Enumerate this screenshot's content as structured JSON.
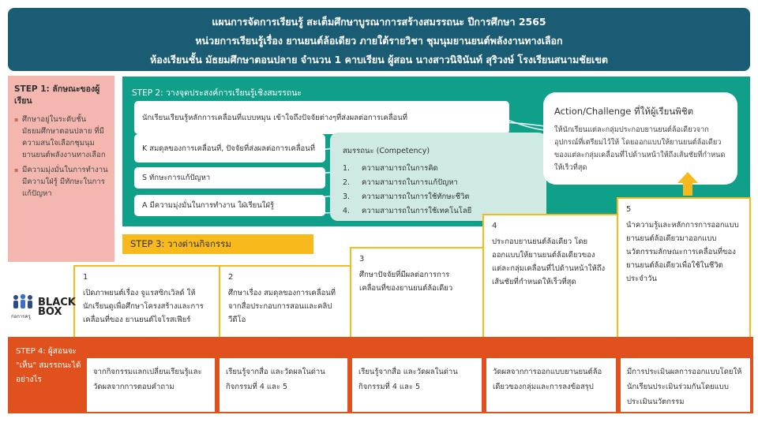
{
  "header": {
    "line1": "แผนการจัดการเรียนรู้ สะเต็มศึกษาบูรณาการสร้างสมรรถนะ ปีการศึกษา 2565",
    "line2": "หน่วยการเรียนรู้เรื่อง ยานยนต์ล้อเดียว ภายใต้รายวิชา ชุมนุมยานยนต์พลังงานทางเลือก",
    "line3": "ห้องเรียนชั้น มัธยมศึกษาตอนปลาย จำนวน 1 คาบเรียน ผู้สอน นางสาวนิจินันท์ สุริวงษ์ โรงเรียนสนามชัยเขต"
  },
  "step1": {
    "title": "STEP 1: ลักษณะของผู้เรียน",
    "items": [
      "ศึกษาอยู่ในระดับชั้นมัธยมศึกษาตอนปลาย ที่มีความสนใจเลือกชุมนุมยานยนต์พลังงานทางเลือก",
      "มีความมุ่งมั่นในการทำงาน มีความใฝ่รู้ มีทักษะในการแก้ปัญหา"
    ]
  },
  "step2": {
    "title": "STEP 2: วางจุดประสงค์การเรียนรู้เชิงสมรรถนะ",
    "main_objective": "นักเรียนเรียนรู้หลักการเคลื่อนที่แบบหมุน เข้าใจถึงปัจจัยต่างๆที่ส่งผลต่อการเคลื่อนที่",
    "k": "K สมดุลของการเคลื่อนที่, ปัจจัยที่ส่งผลต่อการเคลื่อนที่",
    "s": "S ทักษะการแก้ปัญหา",
    "a": "A มีความมุ่งมั่นในการทำงาน ใฝ่เรียนใฝ่รู้",
    "competency": {
      "title": "สมรรถนะ (Competency)",
      "items": [
        {
          "num": "1.",
          "text": "ความสามารถในการคิด"
        },
        {
          "num": "2.",
          "text": "ความสามารถในการแก้ปัญหา"
        },
        {
          "num": "3.",
          "text": "ความสามารถในการใช้ทักษะชีวิต"
        },
        {
          "num": "4.",
          "text": "ความสามารถในการใช้เทคโนโลยี"
        }
      ]
    },
    "action": {
      "title": "Action/Challenge ที่ให้ผู้เรียนพิชิต",
      "desc": "ให้นักเรียนแต่ละกลุ่มประกอบยานยนต์ล้อเดียวจากอุปกรณ์ที่เตรียมไว้ให้ โดยออกแบบให้ยานยนต์ล้อเดียวของแต่ละกลุ่มเคลื่อนที่ไปด้านหน้าให้ถึงเส้นชัยที่กำหนดให้เร็วที่สุด"
    }
  },
  "step3": {
    "title": "STEP 3: วางด่านกิจกรรม",
    "activities": [
      {
        "num": "1",
        "text": "เปิดภาพยนต์เรื่อง จูแรสซิกเวิลด์ ให้นักเรียนดูเพื่อศึกษาโครงสร้างและการเคลื่อนที่ของ ยานยนต์ไจโรสเฟียร์"
      },
      {
        "num": "2",
        "text": "ศึกษาเรื่อง สมดุลของการเคลื่อนที่ จากสื่อประกอบการสอนและคลิปวีดีโอ"
      },
      {
        "num": "3",
        "text": "ศึกษาปัจจัยที่มีผลต่อการการเคลื่อนที่ของยานยนต์ล้อเดียว"
      },
      {
        "num": "4",
        "text": "ประกอบยานยนต์ล้อเดียว โดยออกแบบให้ยานยนต์ล้อเดียวของแต่ละกลุ่มเคลื่อนที่ไปด้านหน้าให้ถึงเส้นชัยที่กำหนดให้เร็วที่สุด"
      },
      {
        "num": "5",
        "text": "นำความรู้และหลักการการออกแบบยานยนต์ล้อเดียวมาออกแบบนวัตกรรมลักษณะการเคลื่อนที่ของยานยนต์ล้อเดียวเพื่อใช้ในชีวิตประจำวัน"
      }
    ]
  },
  "step4": {
    "title": "STEP 4: ผู้สอนจะ \"เห็น\" สมรรถนะได้อย่างไร",
    "outcomes": [
      "จากกิจกรรมแลกเปลี่ยนเรียนรู้และวัดผลจากการตอบคำถาม",
      "เรียนรู้จากสื่อ และวัดผลในด่านกิจกรรมที่ 4 และ 5",
      "เรียนรู้จากสื่อ และวัดผลในด่านกิจกรรมที่ 4 และ 5",
      "วัดผลจากการออกแบบยานยนต์ล้อเดียวของกลุ่มและการลงข้อสรุป",
      "มีการประเมินผลการออกแบบโดยให้นักเรียนประเมินร่วมกันโดยแบบประเมินนวัตกรรม"
    ]
  },
  "logos": {
    "left_caption": "ก่อการครู",
    "right_text": "BLACK BOX"
  },
  "colors": {
    "header": "#1b5c75",
    "step1": "#f4b7b0",
    "step2": "#10a089",
    "step3": "#f7b91b",
    "step4": "#e0511d",
    "competency_box": "#cfe9e3"
  },
  "icons": [
    "up-arrow-icon",
    "person-group-icon"
  ]
}
